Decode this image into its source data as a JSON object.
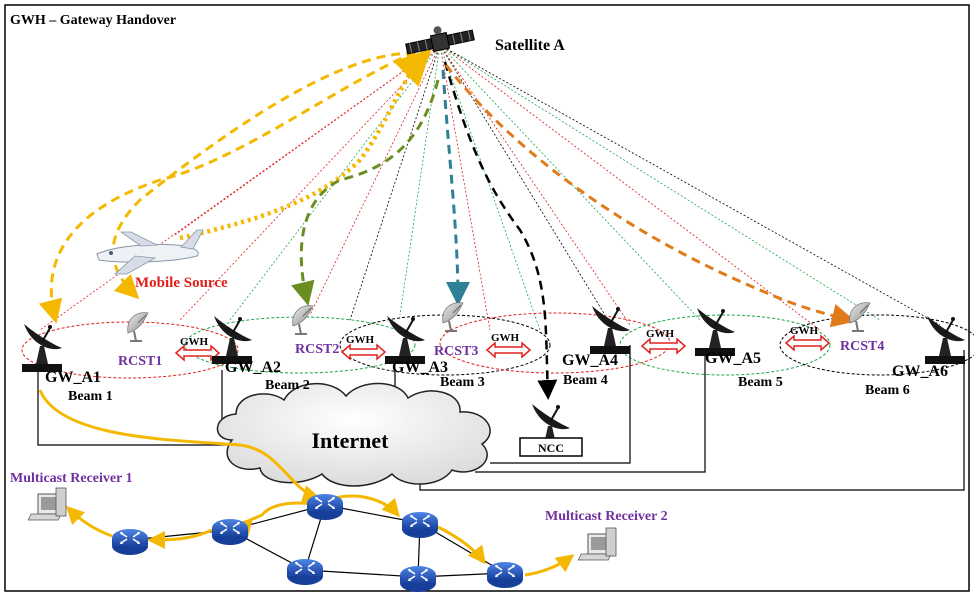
{
  "title": "GWH – Gateway Handover",
  "satellite_label": "Satellite A",
  "mobile_source_label": "Mobile Source",
  "internet_label": "Internet",
  "ncc_label": "NCC",
  "gwh_label": "GWH",
  "gateways": [
    "GW_A1",
    "GW_A2",
    "GW_A3",
    "GW_A4",
    "GW_A5",
    "GW_A6"
  ],
  "terminals": [
    "RCST1",
    "RCST2",
    "RCST3",
    "RCST4"
  ],
  "beams": [
    "Beam 1",
    "Beam 2",
    "Beam 3",
    "Beam 4",
    "Beam 5",
    "Beam 6"
  ],
  "receivers": [
    "Multicast Receiver 1",
    "Multicast Receiver 2"
  ],
  "colors": {
    "yellow": "#f5b800",
    "olive": "#6b8e23",
    "teal": "#2f7f96",
    "orange": "#e07b1a",
    "red_beam": "#e0201b",
    "green_beam": "#18a84a",
    "purple_text": "#7030a0",
    "router": "#1f4ea8"
  }
}
